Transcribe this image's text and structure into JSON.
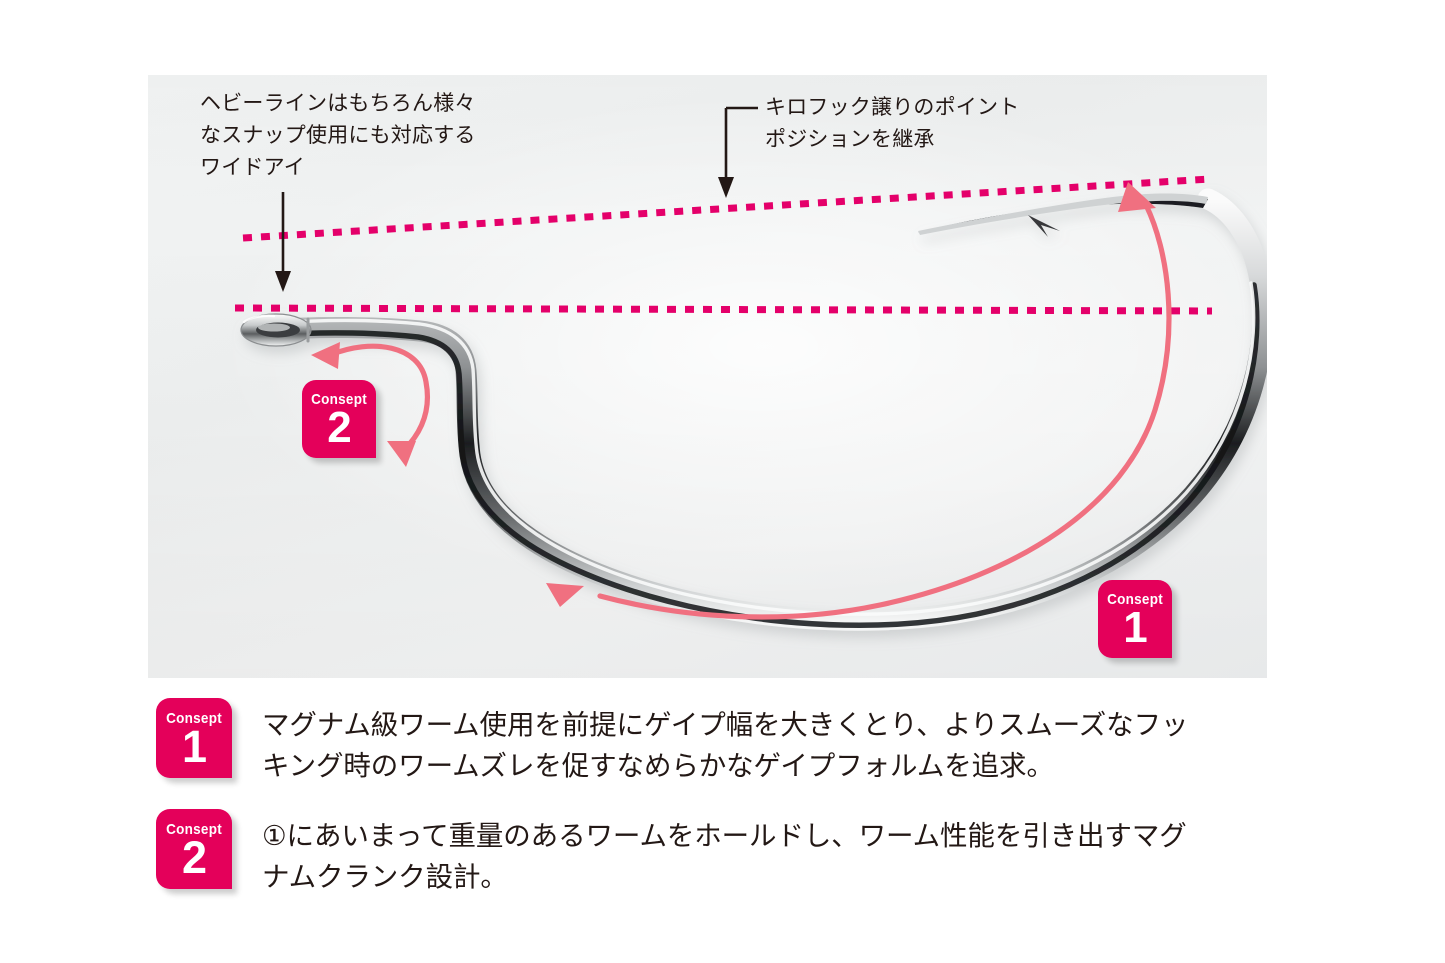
{
  "photo": {
    "caption_eye": "ヘビーラインはもちろん様々\nなスナップ使用にも対応する\nワイドアイ",
    "caption_point": "キロフック譲りのポイント\nポジションを継承",
    "subject": "offset-worm-hook",
    "badge_word": "Consept",
    "badge_photo_1_number": "1",
    "badge_photo_2_number": "2"
  },
  "colors": {
    "accent_pink": "#e4005a",
    "dotted_line": "#e4006a",
    "arrow_pink": "#f07080",
    "text": "#231815",
    "photo_bg": "#f0f2f2"
  },
  "concepts": [
    {
      "badge_word": "Consept",
      "number": "1",
      "text": "マグナム級ワーム使用を前提にゲイプ幅を大きくとり、よりスムーズなフッ\nキング時のワームズレを促すなめらかなゲイプフォルムを追求。"
    },
    {
      "badge_word": "Consept",
      "number": "2",
      "text": "①にあいまって重量のあるワームをホールドし、ワーム性能を引き出すマグ\nナムクランク設計。"
    }
  ]
}
